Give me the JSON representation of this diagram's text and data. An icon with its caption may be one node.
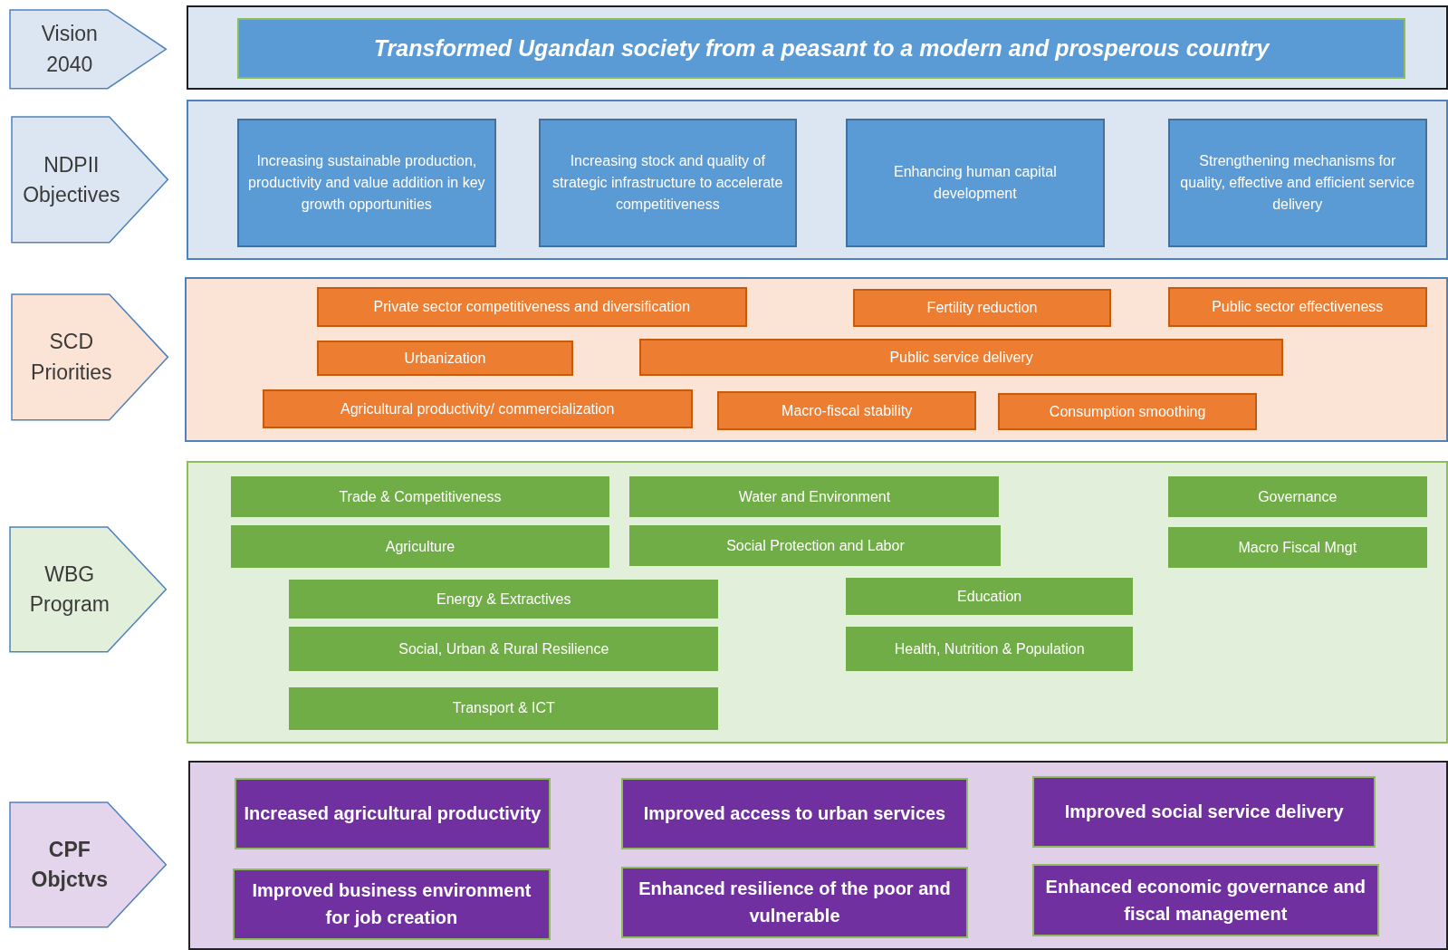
{
  "diagram": {
    "nodes": [
      {
        "text": [
          "Vision 2040"
        ]
      },
      {
        "text": [],
        "shape": "box"
      },
      {
        "text": [
          "Transformed Ugandan society from a peasant to a modern and prosperous country"
        ],
        "in": 1
      },
      {
        "text": [
          "NDPII Objectives"
        ]
      },
      {
        "text": [],
        "shape": "box"
      },
      {
        "text": [
          "Increasing sustainable production, productivity and value addition in key growth opportunities"
        ],
        "in": 4
      },
      {
        "text": [
          "Increasing stock and quality of strategic infrastructure to accelerate competitiveness"
        ],
        "in": 4
      },
      {
        "text": [
          "Enhancing human capital development"
        ],
        "in": 4
      },
      {
        "text": [
          "Strengthening mechanisms for quality, effective and efficient service delivery"
        ],
        "in": 4
      },
      {
        "text": [
          "SCD Priorities"
        ]
      },
      {
        "text": [],
        "shape": "box"
      },
      {
        "text": [
          "Private sector competitiveness and diversification"
        ],
        "in": 10
      },
      {
        "text": [
          "Fertility reduction"
        ],
        "in": 10
      },
      {
        "text": [
          "Public sector effectiveness"
        ],
        "in": 10
      },
      {
        "text": [
          "Urbanization"
        ],
        "in": 10
      },
      {
        "text": [
          "Public service delivery"
        ],
        "in": 10
      },
      {
        "text": [
          "Agricultural productivity/ commercialization"
        ],
        "in": 10
      },
      {
        "text": [
          "Macro-fiscal stability"
        ],
        "in": 10
      },
      {
        "text": [
          "Consumption smoothing"
        ],
        "in": 10
      },
      {
        "text": [
          "WBG Program"
        ]
      },
      {
        "text": [],
        "shape": "box"
      },
      {
        "text": [
          "Trade & Competitiveness"
        ],
        "in": 20
      },
      {
        "text": [
          "Water and Environment"
        ],
        "in": 20
      },
      {
        "text": [
          "Governance"
        ],
        "in": 20
      },
      {
        "text": [
          "Agriculture"
        ],
        "in": 20
      },
      {
        "text": [
          "Social Protection and Labor"
        ],
        "in": 20
      },
      {
        "text": [
          "Macro Fiscal Mngt"
        ],
        "in": 20
      },
      {
        "text": [
          "Energy & Extractives"
        ],
        "in": 20
      },
      {
        "text": [
          "Education"
        ],
        "in": 20
      },
      {
        "text": [
          "Social, Urban & Rural Resilience"
        ],
        "in": 20
      },
      {
        "text": [
          "Health, Nutrition & Population"
        ],
        "in": 20
      },
      {
        "text": [
          "Transport & ICT"
        ],
        "in": 20
      },
      {
        "text": [
          "CPF Objctvs"
        ]
      },
      {
        "text": [],
        "shape": "box"
      },
      {
        "text": [
          "Increased agricultural productivity"
        ],
        "in": 33
      },
      {
        "text": [
          "Improved access to urban services"
        ],
        "in": 33
      },
      {
        "text": [
          "Improved social service delivery"
        ],
        "in": 33
      },
      {
        "text": [
          "Improved business environment for job creation"
        ],
        "in": 33
      },
      {
        "text": [
          "Enhanced resilience of the poor and vulnerable"
        ],
        "in": 33
      },
      {
        "text": [
          "Enhanced economic governance and fiscal management"
        ],
        "in": 33
      }
    ]
  }
}
